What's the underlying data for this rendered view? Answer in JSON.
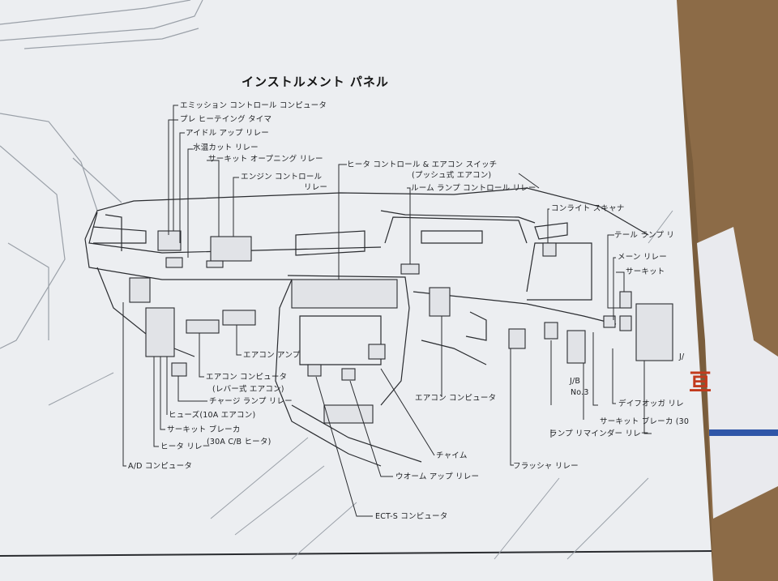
{
  "title": "インストルメント パネル",
  "labels": {
    "emission_computer": "エミッション コントロール コンピュータ",
    "preheating_timer": "プレ ヒーテイング タイマ",
    "idle_up_relay": "アイドル アップ リレー",
    "water_temp_cut_relay": "水温カット リレー",
    "circuit_opening_relay": "サーキット オープニング リレー",
    "engine_control_relay_1": "エンジン コントロール",
    "engine_control_relay_2": "リレー",
    "heater_ac_switch_1": "ヒータ コントロール & エアコン スイッチ",
    "heater_ac_switch_2": "(プッシュ式 エアコン)",
    "room_lamp_relay": "ルーム ランプ コントロール リレー",
    "con_light_scanner": "コンライト スキャナ",
    "tail_lamp": "テール ランプ リ",
    "main_relay": "メーン リレー",
    "circuit": "サーキット",
    "jb_right": "J/",
    "ac_amp": "エアコン アンプ",
    "ac_computer_1": "エアコン コンピュータ",
    "ac_computer_2": "(レバー式 エアコン)",
    "charge_lamp_relay": "チャージ ランプ リレー",
    "fuse": "ヒューズ(10A エアコン)",
    "circuit_breaker_1": "サーキット ブレーカ",
    "circuit_breaker_2": "(30A C/B ヒータ)",
    "heater_relay": "ヒータ リレー",
    "ad_computer": "A/D コンピュータ",
    "ac_computer_center": "エアコン コンピュータ",
    "jb_no3_1": "J/B",
    "jb_no3_2": "No.3",
    "defogger_relay": "デイフオッガ リレ",
    "circuit_breaker_right": "サーキット ブレーカ (30",
    "lamp_reminder_relay": "ランプ リマインダー リレー",
    "chime": "チャイム",
    "flasher_relay": "フラッシャ リレー",
    "warm_up_relay": "ウオーム アップ リレー",
    "ects_computer": "ECT-S コンピュータ",
    "corner_mark": "亘"
  },
  "colors": {
    "paper": "#eceef1",
    "line": "#2a2c30",
    "faint": "#9aa0a8",
    "cardboard": "#8a6a45"
  }
}
